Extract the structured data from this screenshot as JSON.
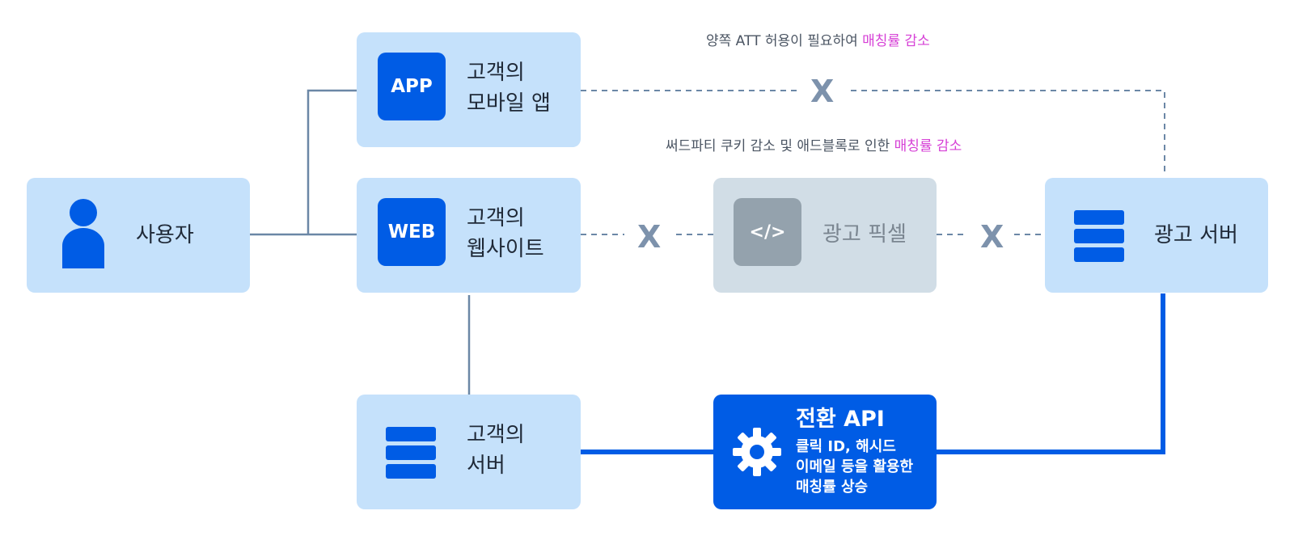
{
  "nodes": {
    "user": {
      "label": "사용자",
      "icon": "person-icon"
    },
    "app": {
      "badge": "APP",
      "label_line1": "고객의",
      "label_line2": "모바일 앱"
    },
    "web": {
      "badge": "WEB",
      "label_line1": "고객의",
      "label_line2": "웹사이트"
    },
    "pixel": {
      "badge": "</>",
      "label": "광고 픽셀",
      "icon": "code-icon"
    },
    "ad_server": {
      "label": "광고 서버",
      "icon": "server-stack-icon"
    },
    "customer_server": {
      "label_line1": "고객의",
      "label_line2": "서버",
      "icon": "server-stack-icon"
    },
    "conversion_api": {
      "title": "전환 API",
      "desc_line1": "클릭 ID, 해시드",
      "desc_line2": "이메일 등을 활용한",
      "desc_line3": "매칭률 상승",
      "icon": "gear-icon"
    }
  },
  "notes": {
    "att": {
      "text": "양쪽 ATT 허용이 필요하여 ",
      "highlight": "매칭률 감소"
    },
    "cookie": {
      "text": "써드파티 쿠키 감소 및 애드블록로 인한 ",
      "highlight": "매칭률 감소"
    }
  },
  "x_marks": {
    "app_to_server": "X",
    "web_to_pixel": "X",
    "pixel_to_server": "X"
  },
  "colors": {
    "node_bg": "#c5e1fb",
    "accent": "#005ce5",
    "pixel_bg": "#d1dde6",
    "pixel_badge": "#94a2ad",
    "connector": "#6b87a6",
    "x_mark": "#7d92ac",
    "highlight": "#d63fd6"
  }
}
